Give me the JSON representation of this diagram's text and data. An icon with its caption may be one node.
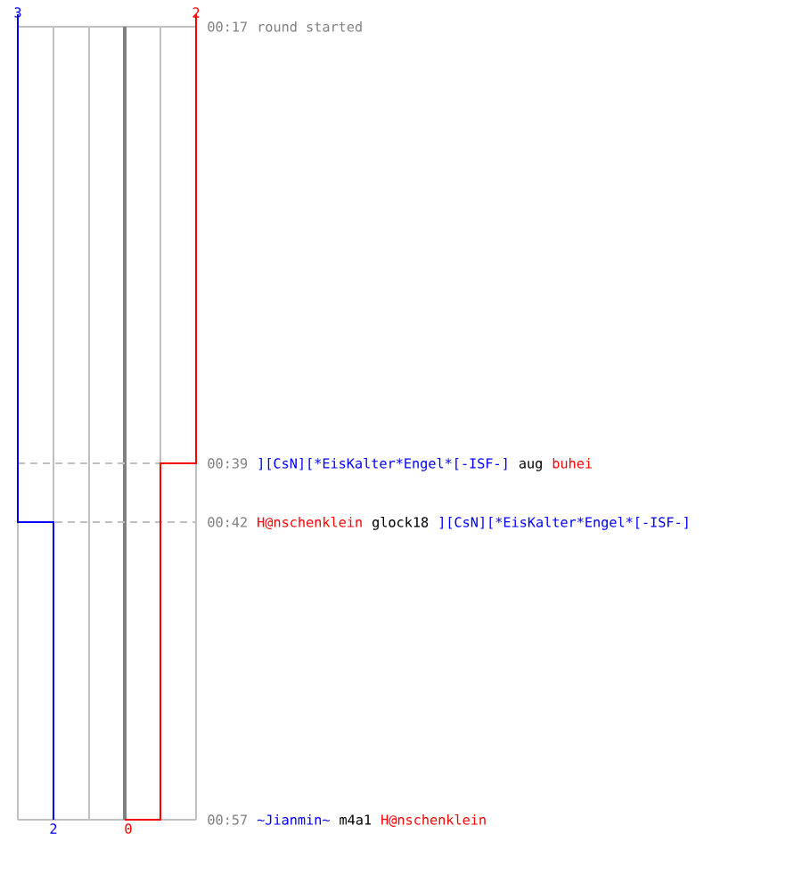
{
  "diagram": {
    "labels": [
      "3",
      "2",
      "00:17",
      "round started",
      "00:39",
      "][CsN][*EisKalter*Engel*[-ISF-]",
      "aug",
      "buhei",
      "00:42",
      "H@nschenklein",
      "glock18",
      "][CsN][*EisKalter*Engel*[-ISF-]",
      "2",
      "0",
      "00:57",
      "~Jianmin~",
      "m4a1",
      "H@nschenklein"
    ]
  }
}
